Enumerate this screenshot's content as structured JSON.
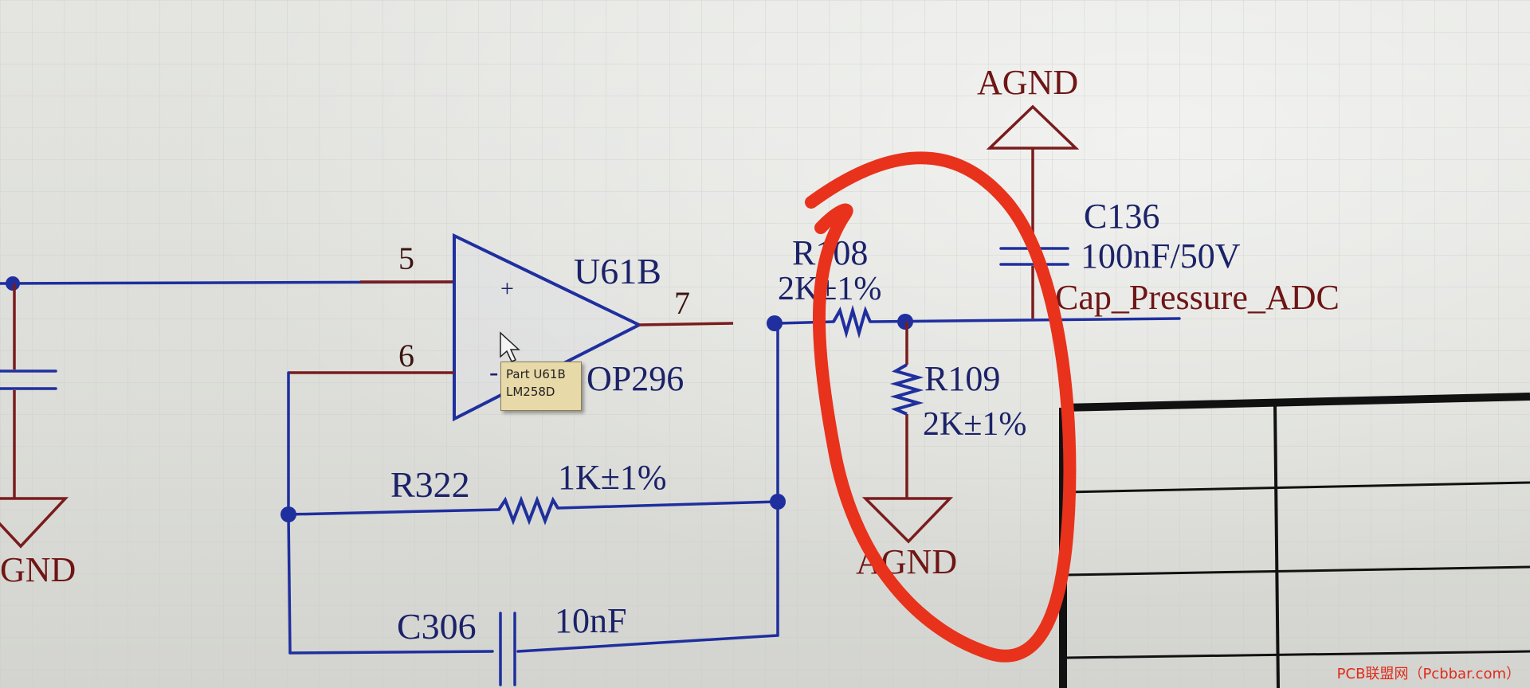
{
  "schematic": {
    "opamp": {
      "ref": "U61B",
      "part": "OP296",
      "pin_plus": "5",
      "pin_minus": "6",
      "pin_out": "7",
      "plus_sign": "+",
      "minus_sign": "-"
    },
    "r108": {
      "ref": "R108",
      "value": "2K±1%"
    },
    "r109": {
      "ref": "R109",
      "value": "2K±1%"
    },
    "r322": {
      "ref": "R322",
      "value": "1K±1%"
    },
    "c306": {
      "ref": "C306",
      "value": "10nF"
    },
    "c136": {
      "ref": "C136",
      "value": "100nF/50V"
    },
    "net_label": "Cap_Pressure_ADC",
    "gnd_top": "AGND",
    "gnd_r109": "AGND",
    "gnd_left": "GND"
  },
  "tooltip": {
    "line1": "Part U61B",
    "line2": "LM258D"
  },
  "watermark": "PCB联盟网（Pcbbar.com）",
  "colors": {
    "wire": "#1f2f9e",
    "component": "#7a1c1c",
    "annotation": "#e8321c"
  }
}
